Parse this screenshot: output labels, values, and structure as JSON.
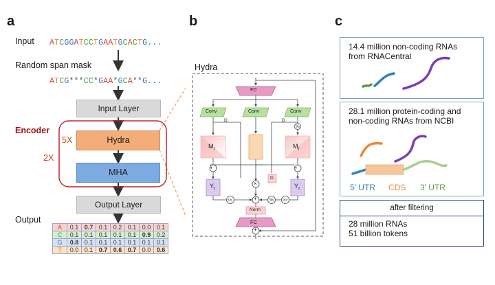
{
  "panels": {
    "a": "a",
    "b": "b",
    "c": "c"
  },
  "panel_a": {
    "input_label": "Input",
    "input_sequence": [
      {
        "ch": "A",
        "color": "#d6453d"
      },
      {
        "ch": "T",
        "color": "#e08a2a"
      },
      {
        "ch": "C",
        "color": "#3f9a3a"
      },
      {
        "ch": "G",
        "color": "#3a6fbf"
      },
      {
        "ch": "G",
        "color": "#3a6fbf"
      },
      {
        "ch": "A",
        "color": "#d6453d"
      },
      {
        "ch": "T",
        "color": "#e08a2a"
      },
      {
        "ch": "C",
        "color": "#3f9a3a"
      },
      {
        "ch": "C",
        "color": "#3f9a3a"
      },
      {
        "ch": "T",
        "color": "#e08a2a"
      },
      {
        "ch": "G",
        "color": "#3a6fbf"
      },
      {
        "ch": "A",
        "color": "#d6453d"
      },
      {
        "ch": "A",
        "color": "#d6453d"
      },
      {
        "ch": "T",
        "color": "#e08a2a"
      },
      {
        "ch": "G",
        "color": "#3a6fbf"
      },
      {
        "ch": "C",
        "color": "#3f9a3a"
      },
      {
        "ch": "A",
        "color": "#d6453d"
      },
      {
        "ch": "C",
        "color": "#3f9a3a"
      },
      {
        "ch": "T",
        "color": "#e08a2a"
      },
      {
        "ch": "G",
        "color": "#3a6fbf"
      },
      {
        "ch": ".",
        "color": "#3a6fbf"
      },
      {
        "ch": ".",
        "color": "#3a6fbf"
      },
      {
        "ch": ".",
        "color": "#3a6fbf"
      }
    ],
    "mask_label": "Random span mask",
    "masked_sequence": [
      {
        "ch": "A",
        "color": "#d6453d"
      },
      {
        "ch": "T",
        "color": "#e08a2a"
      },
      {
        "ch": "C",
        "color": "#3f9a3a"
      },
      {
        "ch": "G",
        "color": "#3a6fbf"
      },
      {
        "ch": "*",
        "color": "#555555"
      },
      {
        "ch": "*",
        "color": "#555555"
      },
      {
        "ch": "*",
        "color": "#555555"
      },
      {
        "ch": "C",
        "color": "#3f9a3a"
      },
      {
        "ch": "C",
        "color": "#3f9a3a"
      },
      {
        "ch": "*",
        "color": "#555555"
      },
      {
        "ch": "G",
        "color": "#3a6fbf"
      },
      {
        "ch": "A",
        "color": "#d6453d"
      },
      {
        "ch": "A",
        "color": "#d6453d"
      },
      {
        "ch": "*",
        "color": "#555555"
      },
      {
        "ch": "G",
        "color": "#3a6fbf"
      },
      {
        "ch": "C",
        "color": "#3f9a3a"
      },
      {
        "ch": "A",
        "color": "#d6453d"
      },
      {
        "ch": "*",
        "color": "#555555"
      },
      {
        "ch": "*",
        "color": "#555555"
      },
      {
        "ch": "G",
        "color": "#3a6fbf"
      },
      {
        "ch": ".",
        "color": "#3a6fbf"
      },
      {
        "ch": ".",
        "color": "#3a6fbf"
      },
      {
        "ch": ".",
        "color": "#3a6fbf"
      }
    ],
    "input_layer": "Input Layer",
    "encoder": "Encoder",
    "hydra_repeat": "5X",
    "block_repeat": "2X",
    "hydra": "Hydra",
    "mha": "MHA",
    "output_layer": "Output Layer",
    "output_label": "Output",
    "output_table": [
      {
        "nt": "A",
        "ntcolor": "#d6453d",
        "bg": "#f6d3d1",
        "vals": [
          "0.1",
          "0.7",
          "0.1",
          "0.2",
          "0.1",
          "0.0",
          "0.1"
        ],
        "bold": [
          1
        ]
      },
      {
        "nt": "C",
        "ntcolor": "#3f9a3a",
        "bg": "#d6ecd3",
        "vals": [
          "0.1",
          "0.1",
          "0.1",
          "0.1",
          "0.1",
          "0.9",
          "0.2"
        ],
        "bold": [
          5
        ]
      },
      {
        "nt": "G",
        "ntcolor": "#3a6fbf",
        "bg": "#d4e1f4",
        "vals": [
          "0.8",
          "0.1",
          "0.1",
          "0.1",
          "0.1",
          "0.1",
          "0.1"
        ],
        "bold": [
          0
        ]
      },
      {
        "nt": "T",
        "ntcolor": "#e08a2a",
        "bg": "#fae3c9",
        "vals": [
          "0.0",
          "0.1",
          "0.7",
          "0.6",
          "0.7",
          "0.0",
          "0.6"
        ],
        "bold": [
          2,
          3,
          4,
          6
        ]
      }
    ]
  },
  "panel_b": {
    "title": "Hydra",
    "fc_top": "FC",
    "fc_bottom": "FC",
    "conv": "Conv",
    "norm": "Norm",
    "d": "D",
    "m_left": "M",
    "m_right": "M",
    "m_sub": "f",
    "y_left": "Y",
    "y_right": "Y",
    "y_sub": "f",
    "lt": "<<",
    "gt": ">>",
    "shift": "%",
    "dot": "•",
    "times": "×",
    "plus": "+",
    "d_small": "D"
  },
  "panel_c": {
    "card1_line1": "14.4 million non-coding RNAs",
    "card1_line2": "from RNACentral",
    "card2_line1": "28.1 million protein-coding and",
    "card2_line2": "non-coding RNAs from NCBI",
    "utr5": "5' UTR",
    "cds": "CDS",
    "utr3": "3' UTR",
    "filter_header": "after filtering",
    "filter_line1": "28 million RNAs",
    "filter_line2": "51 billion tokens",
    "colors": {
      "green": "#5a9a3a",
      "blue": "#2e7fc2",
      "purple": "#7a3fb0",
      "orange": "#e8893a",
      "lightgreen": "#a6d18d",
      "cds_fill": "#f6c79d"
    }
  }
}
